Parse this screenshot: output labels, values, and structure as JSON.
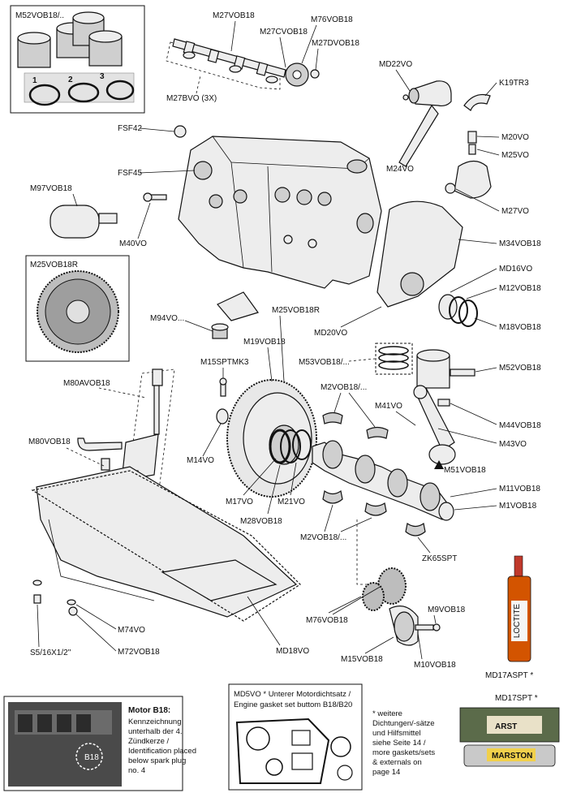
{
  "labels": {
    "M52VOB18_kit": "M52VOB18/..",
    "M27VOB18": "M27VOB18",
    "M27CVOB18": "M27CVOB18",
    "M76VOB18_top": "M76VOB18",
    "M27DVOB18": "M27DVOB18",
    "M27BVO": "M27BVO (3X)",
    "MD22VO": "MD22VO",
    "K19TR3": "K19TR3",
    "FSF42": "FSF42",
    "FSF45": "FSF45",
    "M20VO": "M20VO",
    "M25VO": "M25VO",
    "M24VO": "M24VO",
    "M97VOB18": "M97VOB18",
    "M27VO": "M27VO",
    "M40VO": "M40VO",
    "M34VOB18": "M34VOB18",
    "M25VOB18R_box": "M25VOB18R",
    "MD16VO": "MD16VO",
    "M12VOB18": "M12VOB18",
    "M94VO": "M94VO...",
    "M25VOB18R": "M25VOB18R",
    "MD20VO": "MD20VO",
    "M18VOB18": "M18VOB18",
    "M19VOB18": "M19VOB18",
    "M15SPTMK3": "M15SPTMK3",
    "M53VOB18": "M53VOB18/...",
    "M52VOB18": "M52VOB18",
    "M80AVOB18": "M80AVOB18",
    "M2VOB18_top": "M2VOB18/...",
    "M41VO": "M41VO",
    "M44VOB18": "M44VOB18",
    "M43VO": "M43VO",
    "M80VOB18": "M80VOB18",
    "M14VO": "M14VO",
    "M51VOB18": "M51VOB18",
    "M17VO": "M17VO",
    "M21VO": "M21VO",
    "M11VOB18": "M11VOB18",
    "M28VOB18": "M28VOB18",
    "M1VOB18": "M1VOB18",
    "M2VOB18_bottom": "M2VOB18/...",
    "ZK65SPT": "ZK65SPT",
    "M76VOB18": "M76VOB18",
    "M9VOB18": "M9VOB18",
    "M74VO": "M74VO",
    "S5": "S5/16X1/2\"",
    "M72VOB18": "M72VOB18",
    "MD18VO": "MD18VO",
    "M15VOB18": "M15VOB18",
    "M10VOB18": "M10VOB18",
    "MD17ASPT": "MD17ASPT *",
    "MD17SPT": "MD17SPT *"
  },
  "ring_numbers": [
    "1",
    "2",
    "3"
  ],
  "motor_box": {
    "title": "Motor B18:",
    "lines": [
      "Kennzeichnung",
      "unterhalb der 4.",
      "Zündkerze /",
      "Identification placed",
      "below spark plug",
      "no. 4"
    ],
    "engine_mark": "B18"
  },
  "gasket_box": {
    "line1": "MD5VO *  Unterer Motordichtsatz /",
    "line2": "Engine gasket set buttom  B18/B20"
  },
  "footnote": {
    "lines": [
      "*  weitere",
      "Dichtungen/-sätze",
      "und Hilfsmittel",
      "siehe Seite 14 /",
      "more gaskets/sets",
      "& externals on",
      "page 14"
    ]
  },
  "product_text": {
    "loctite": "LOCTITE",
    "marston": "MARSTON",
    "arst": "ARST"
  }
}
